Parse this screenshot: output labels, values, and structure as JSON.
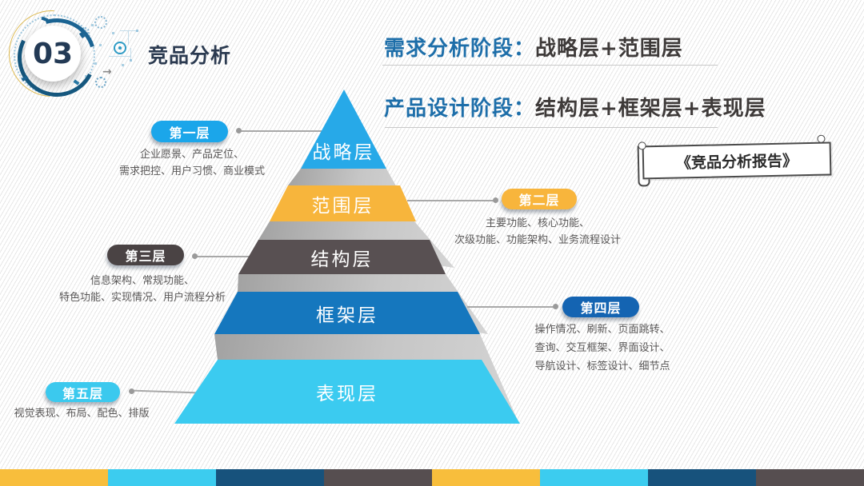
{
  "slide": {
    "section_number": "03",
    "title": "竞品分析"
  },
  "headings": [
    {
      "prefix": "需求分析阶段：",
      "content": "战略层+范围层"
    },
    {
      "prefix": "产品设计阶段：",
      "content": "结构层+框架层+表现层"
    }
  ],
  "banner": {
    "text": "《竞品分析报告》"
  },
  "pyramid": {
    "layers": [
      {
        "name": "战略层",
        "fill": "#27A9E8",
        "badge": "第一层",
        "badge_color": "#1BA6EA",
        "side": "left",
        "desc_lines": [
          "企业愿景、产品定位、",
          "需求把控、用户习惯、商业模式"
        ]
      },
      {
        "name": "范围层",
        "fill": "#F7B53C",
        "badge": "第二层",
        "badge_color": "#F8B53C",
        "side": "right",
        "desc_lines": [
          "主要功能、核心功能、",
          "次级功能、功能架构、业务流程设计"
        ]
      },
      {
        "name": "结构层",
        "fill": "#585052",
        "badge": "第三层",
        "badge_color": "#4A4344",
        "side": "left",
        "desc_lines": [
          "信息架构、常规功能、",
          "特色功能、实现情况、用户流程分析"
        ]
      },
      {
        "name": "框架层",
        "fill": "#1577BE",
        "badge": "第四层",
        "badge_color": "#1464B2",
        "side": "right",
        "desc_lines": [
          "操作情况、刷新、页面跳转、",
          "查询、交互框架、界面设计、",
          "导航设计、标签设计、细节点"
        ]
      },
      {
        "name": "表现层",
        "fill": "#3BCBF0",
        "badge": "第五层",
        "badge_color": "#3BC9EE",
        "side": "left",
        "desc_lines": [
          "视觉表现、布局、配色、排版"
        ]
      }
    ]
  },
  "footer": {
    "colors": [
      "#F8BE3C",
      "#3CCCEF",
      "#17527C",
      "#564E50",
      "#F8BE3C",
      "#3CCCEF",
      "#17527C",
      "#564E50"
    ]
  },
  "colors": {
    "heading_accent": "#1D6EA9",
    "heading_text": "#3E3A39",
    "title_text": "#2B3A50",
    "desc_text": "#595757"
  },
  "icons": {
    "arrow_right": "→"
  }
}
